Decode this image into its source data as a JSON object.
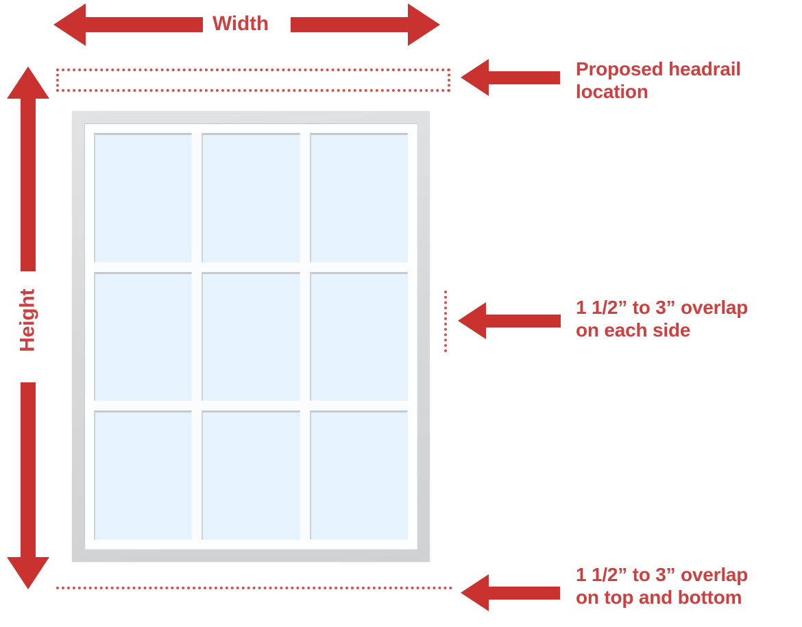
{
  "diagram": {
    "title": "Window measurement diagram",
    "accent_red": "#c9322f",
    "text_red": "#ce4040",
    "dotted_red": "#d8504c",
    "frame_gray": "#d7d9db",
    "glass_blue": "#e7f3fc"
  },
  "labels": {
    "width": "Width",
    "height": "Height",
    "headrail": "Proposed headrail\nlocation",
    "side_overlap": "1 1/2” to 3” overlap\non each side",
    "topbottom_overlap": "1 1/2” to 3” overlap\non top and bottom"
  },
  "window": {
    "pane_rows": 3,
    "pane_cols": 3,
    "pane_count": 9
  }
}
